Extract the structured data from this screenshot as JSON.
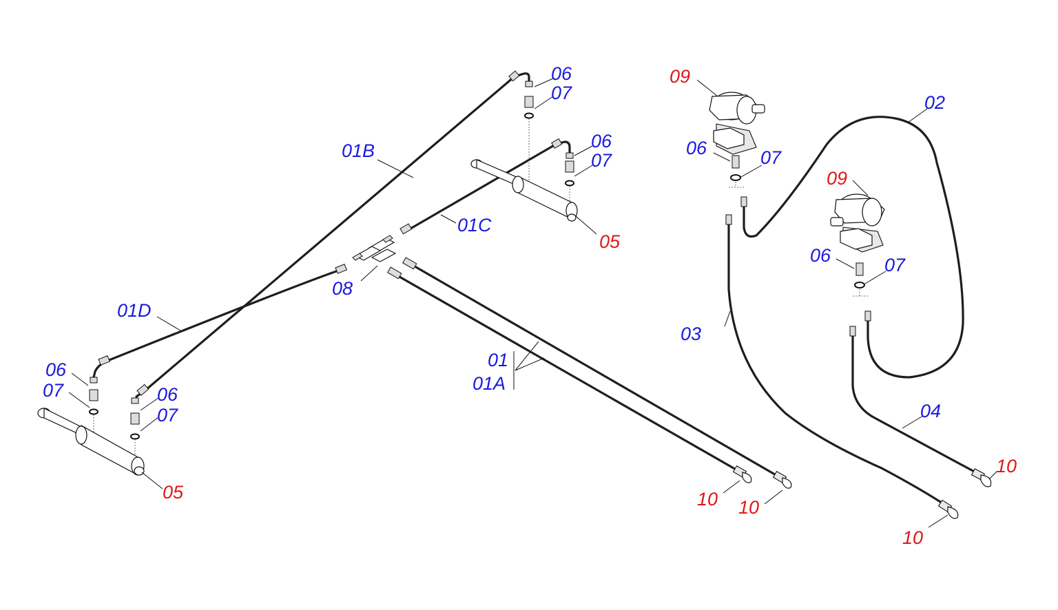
{
  "colors": {
    "blue_label": "#1a1adf",
    "red_label": "#e01818",
    "line": "#1e1e1e"
  },
  "labels": {
    "l01B": "01B",
    "l01C": "01C",
    "l01D": "01D",
    "l01": "01",
    "l01A": "01A",
    "l08": "08",
    "l02": "02",
    "l03": "03",
    "l04": "04",
    "l06_top1": "06",
    "l07_top1": "07",
    "l06_top2": "06",
    "l07_top2": "07",
    "l06_left1": "06",
    "l07_left1": "07",
    "l06_left2": "06",
    "l07_left2": "07",
    "l06_m1": "06",
    "l07_m1": "07",
    "l06_m2": "06",
    "l07_m2": "07",
    "l05_a": "05",
    "l05_b": "05",
    "l09_a": "09",
    "l09_b": "09",
    "l10_a": "10",
    "l10_b": "10",
    "l10_c": "10",
    "l10_d": "10"
  }
}
